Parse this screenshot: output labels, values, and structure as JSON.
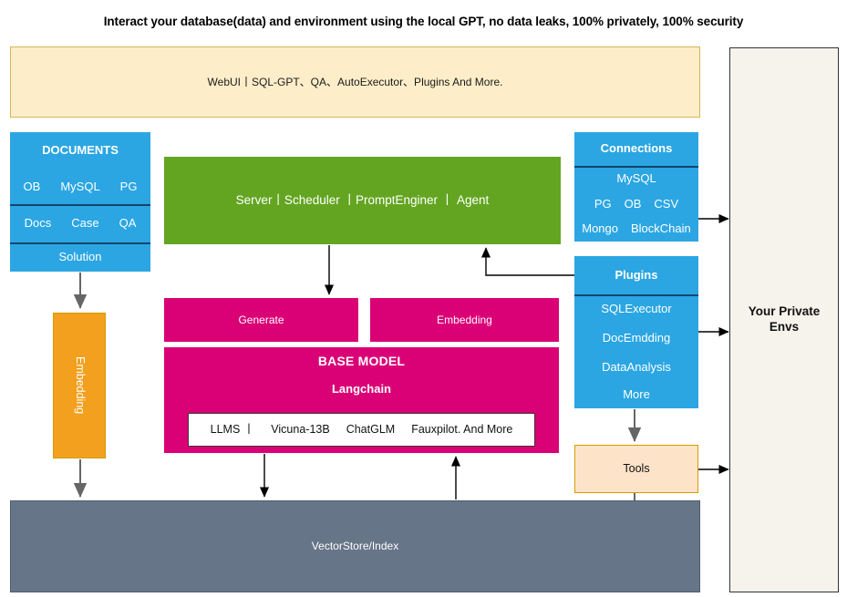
{
  "title": "Interact your database(data) and environment using the local GPT, no data leaks, 100% privately, 100% security",
  "webui": {
    "label": "WebUI丨SQL-GPT、QA、AutoExecutor、Plugins And More."
  },
  "documents": {
    "header": "DOCUMENTS",
    "row1": [
      "OB",
      "MySQL",
      "PG"
    ],
    "row2": [
      "Docs",
      "Case",
      "QA"
    ],
    "row3": "Solution"
  },
  "server": {
    "label": "Server丨Scheduler 丨PromptEnginer 丨 Agent"
  },
  "connections": {
    "header": "Connections",
    "row1": [
      "MySQL"
    ],
    "row2": [
      "PG",
      "OB",
      "CSV"
    ],
    "row3": [
      "Mongo",
      "BlockChain"
    ]
  },
  "plugins": {
    "header": "Plugins",
    "items": [
      "SQLExecutor",
      "DocEmdding",
      "DataAnalysis",
      "More"
    ]
  },
  "generate": {
    "label": "Generate"
  },
  "embedding_block": {
    "label": "Embedding"
  },
  "base_model": {
    "title": "BASE MODEL",
    "subtitle": "Langchain",
    "llms": [
      "LLMS 丨",
      "Vicuna-13B",
      "ChatGLM",
      "Fauxpilot. And More"
    ]
  },
  "embedding_vertical": {
    "label": "Embedding"
  },
  "tools": {
    "label": "Tools"
  },
  "vectorstore": {
    "label": "VectorStore/Index"
  },
  "private_envs": {
    "line1": "Your Private",
    "line2": "Envs"
  },
  "colors": {
    "blue": "#2ba6e3",
    "green": "#63a521",
    "magenta": "#da0076",
    "orange": "#f2a01e",
    "tools_fill": "#fde3c8",
    "slate": "#677588",
    "banner_fill": "#fdeec9",
    "banner_border": "#d6b656",
    "panel_fill": "#f6f3ec"
  }
}
